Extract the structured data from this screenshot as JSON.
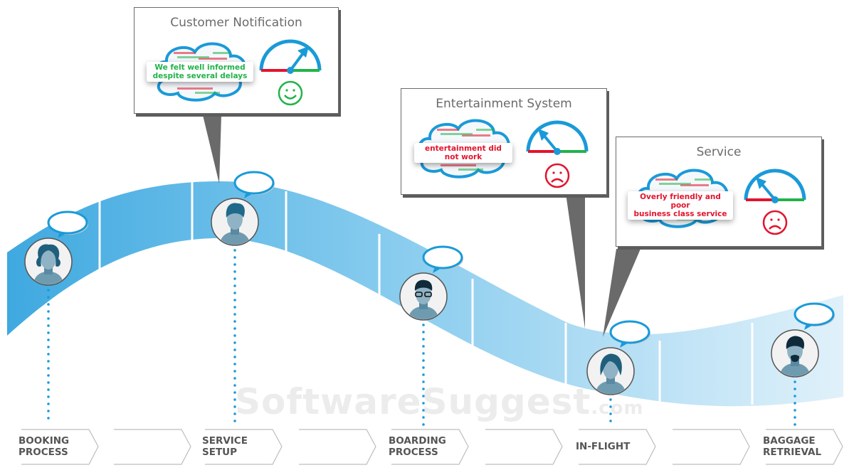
{
  "diagram": {
    "type": "customer-journey-map",
    "watermark": {
      "main": "SoftwareSuggest",
      "suffix": ".com"
    },
    "stages": [
      {
        "label_line1": "BOOKING",
        "label_line2": "PROCESS"
      },
      {
        "label_line1": "",
        "label_line2": ""
      },
      {
        "label_line1": "SERVICE",
        "label_line2": "SETUP"
      },
      {
        "label_line1": "",
        "label_line2": ""
      },
      {
        "label_line1": "BOARDING",
        "label_line2": "PROCESS"
      },
      {
        "label_line1": "",
        "label_line2": ""
      },
      {
        "label_line1": "IN-FLIGHT",
        "label_line2": ""
      },
      {
        "label_line1": "",
        "label_line2": ""
      },
      {
        "label_line1": "BAGGAGE",
        "label_line2": "RETRIEVAL"
      }
    ],
    "personas": [
      {
        "name": "woman-curly-hair",
        "stage": "BOOKING PROCESS",
        "icon": "persona-avatar-icon"
      },
      {
        "name": "man-quiff",
        "stage": "SERVICE SETUP",
        "icon": "persona-avatar-icon"
      },
      {
        "name": "man-glasses",
        "stage": "BOARDING PROCESS",
        "icon": "persona-avatar-icon"
      },
      {
        "name": "woman-bob",
        "stage": "IN-FLIGHT",
        "icon": "persona-avatar-icon"
      },
      {
        "name": "man-beard",
        "stage": "BAGGAGE RETRIEVAL",
        "icon": "persona-avatar-icon"
      }
    ],
    "feedback_cards": [
      {
        "title": "Customer Notification",
        "quote_line1": "We felt well informed",
        "quote_line2": "despite several delays",
        "sentiment": "positive",
        "face": "smile-icon",
        "gauge_direction": "right",
        "color": "#22b34a"
      },
      {
        "title": "Entertainment System",
        "quote_line1": "entertainment did",
        "quote_line2": "not work",
        "sentiment": "negative",
        "face": "frown-icon",
        "gauge_direction": "left",
        "color": "#e2142d"
      },
      {
        "title": "Service",
        "quote_line1": "Overly friendly and poor",
        "quote_line2": "business class service",
        "sentiment": "negative",
        "face": "frown-icon",
        "gauge_direction": "left",
        "color": "#e2142d"
      }
    ],
    "colors": {
      "band_start": "#3fa9e0",
      "band_end": "#d6edf8",
      "accent_blue": "#1a9ad8",
      "gauge_red": "#e2142d",
      "gauge_green": "#22b34a",
      "card_shadow": "#5c5c5c",
      "label_gray": "#555555"
    }
  }
}
